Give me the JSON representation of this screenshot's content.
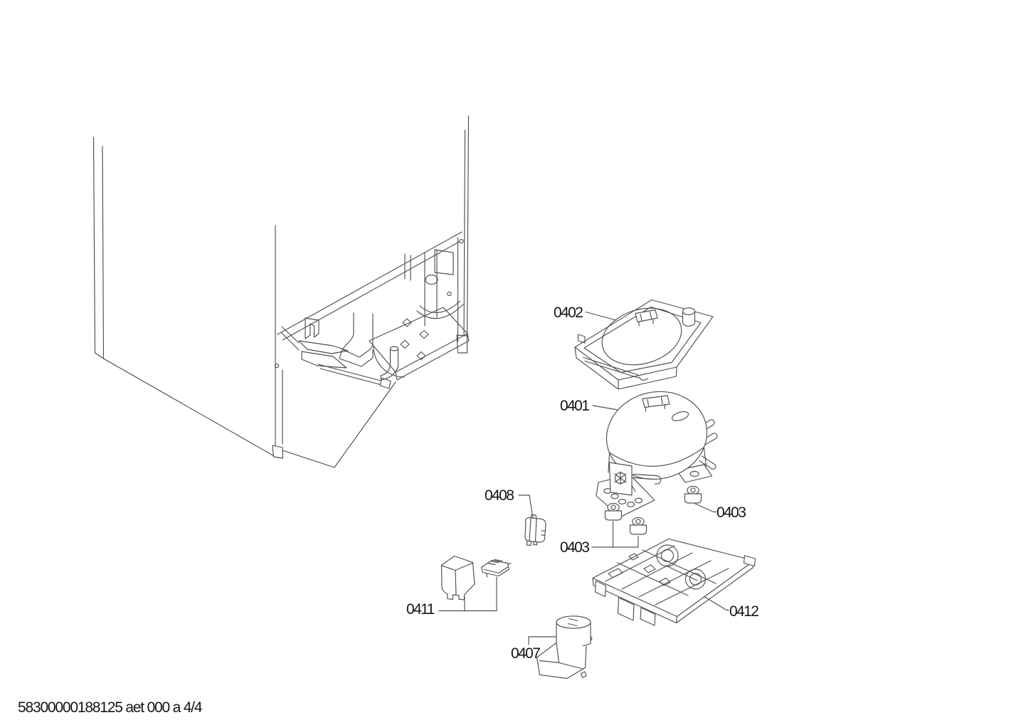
{
  "page": {
    "background": "#ffffff",
    "footer": "58300000188125 aet 000 a 4/4"
  },
  "colors": {
    "line": "#4f4f4f",
    "label": "#151515"
  },
  "callouts": [
    {
      "id": "0402",
      "label": "0402"
    },
    {
      "id": "0401",
      "label": "0401"
    },
    {
      "id": "0408",
      "label": "0408"
    },
    {
      "id": "0403",
      "label": "0403"
    },
    {
      "id": "0403b",
      "label": "0403"
    },
    {
      "id": "0411",
      "label": "0411"
    },
    {
      "id": "0412",
      "label": "0412"
    },
    {
      "id": "0407",
      "label": "0407"
    }
  ]
}
